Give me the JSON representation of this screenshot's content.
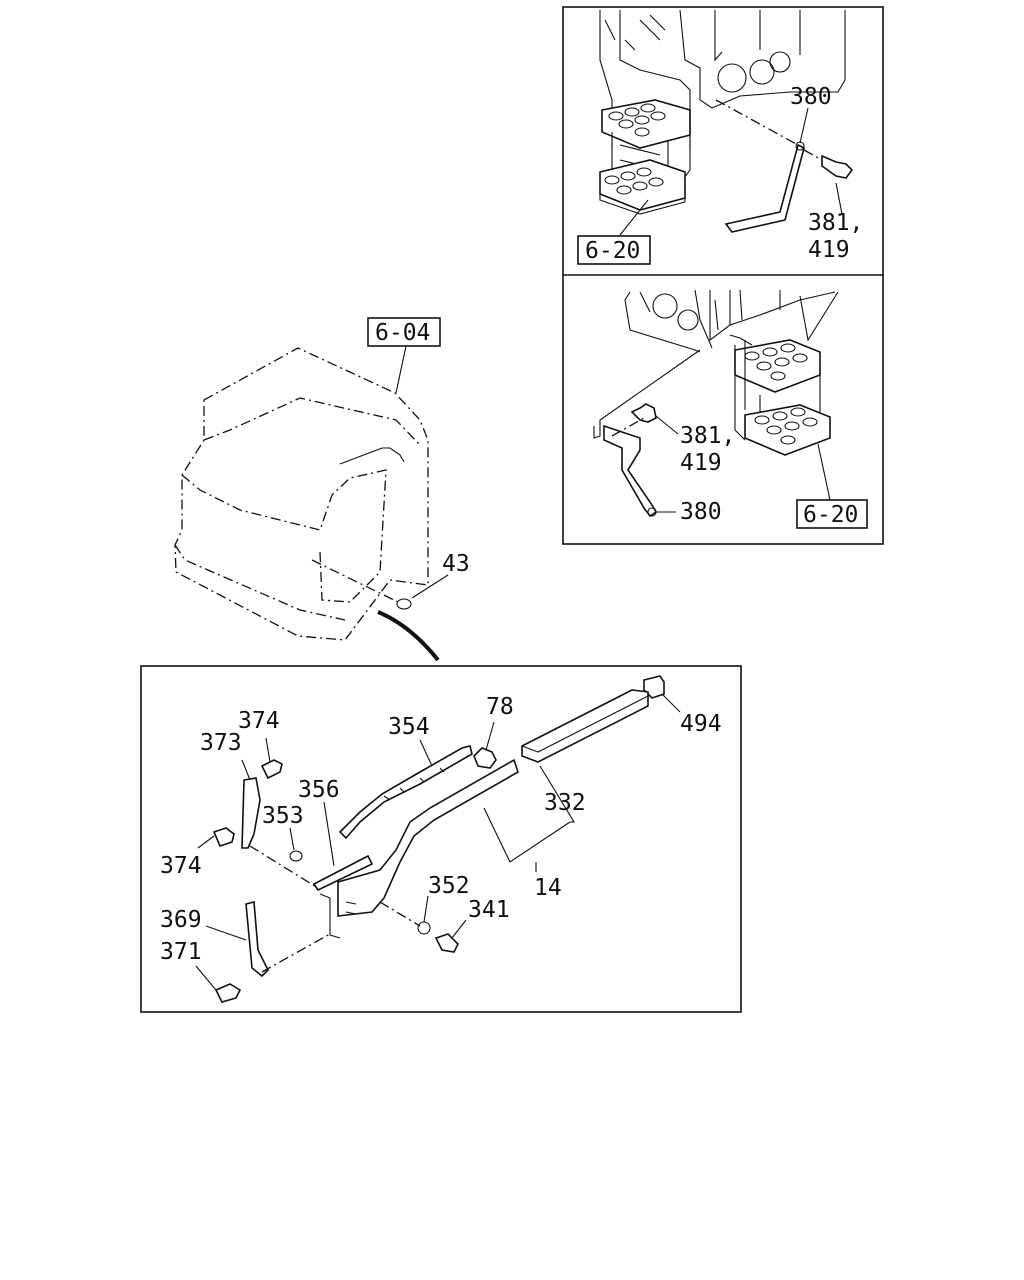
{
  "inset_top": {
    "callouts": {
      "c380": "380",
      "c381_line1": "381,",
      "c381_line2": "419",
      "ref": "6-20"
    }
  },
  "inset_bottom": {
    "callouts": {
      "c381_line1": "381,",
      "c381_line2": "419",
      "c380": "380",
      "ref": "6-20"
    }
  },
  "cab": {
    "ref": "6-04",
    "c43": "43"
  },
  "main_panel": {
    "callouts": {
      "c374_top": "374",
      "c373": "373",
      "c354": "354",
      "c78": "78",
      "c494": "494",
      "c356": "356",
      "c353": "353",
      "c332": "332",
      "c374_bottom": "374",
      "c352": "352",
      "c14": "14",
      "c341": "341",
      "c369": "369",
      "c371": "371"
    }
  }
}
